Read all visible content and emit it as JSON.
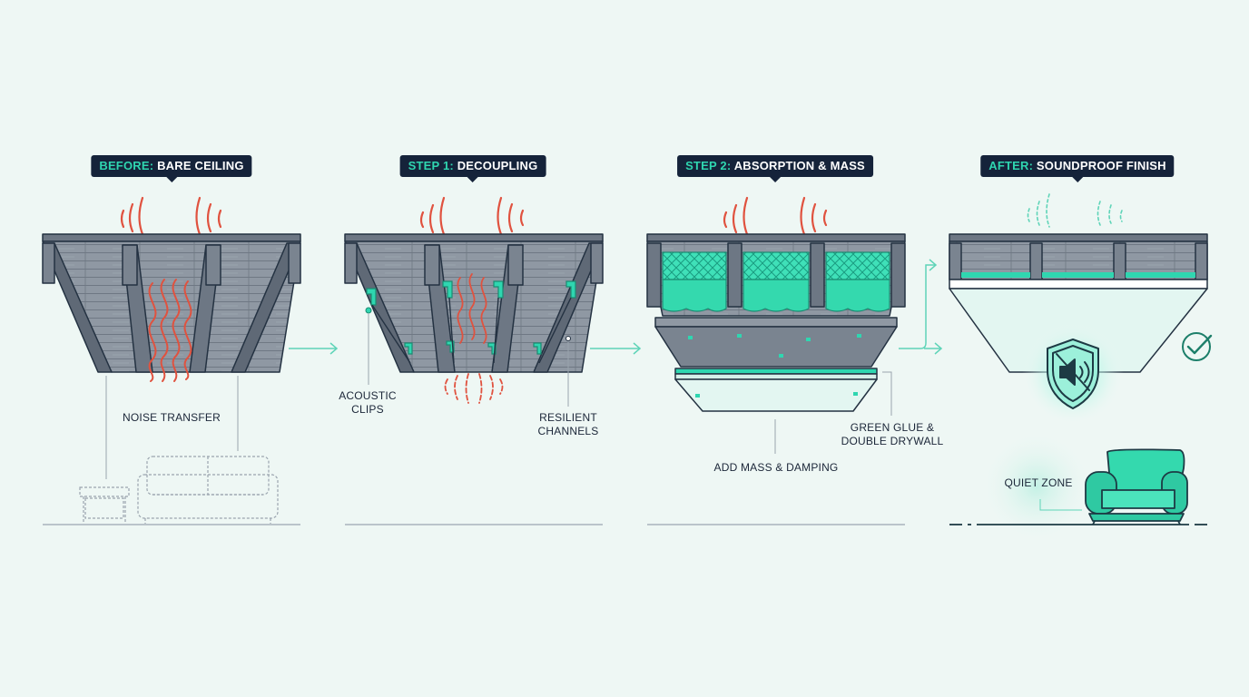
{
  "colors": {
    "background": "#eef7f4",
    "navy": "#15233a",
    "teal": "#2fd6b0",
    "wood": "#8f98a3",
    "joist": "#6d7784",
    "outline": "#243242",
    "noise": "#e0523f",
    "drywall": "#e3f6f1"
  },
  "panels": [
    {
      "tag_prefix": "BEFORE:",
      "tag_rest": " BARE CEILING",
      "labels": [
        "NOISE TRANSFER"
      ]
    },
    {
      "tag_prefix": "STEP 1:",
      "tag_rest": " DECOUPLING",
      "labels": [
        "ACOUSTIC\nCLIPS",
        "RESILIENT\nCHANNELS"
      ]
    },
    {
      "tag_prefix": "STEP 2:",
      "tag_rest": " ABSORPTION & MASS",
      "labels": [
        "ADD MASS & DAMPING",
        "GREEN GLUE &\nDOUBLE DRYWALL"
      ]
    },
    {
      "tag_prefix": "AFTER:",
      "tag_rest": " SOUNDPROOF FINISH",
      "labels": [
        "QUIET ZONE"
      ]
    }
  ],
  "icons": [
    "muted-speaker-shield-icon",
    "check-circle-icon",
    "armchair-icon",
    "sofa-icon",
    "side-table-icon"
  ]
}
